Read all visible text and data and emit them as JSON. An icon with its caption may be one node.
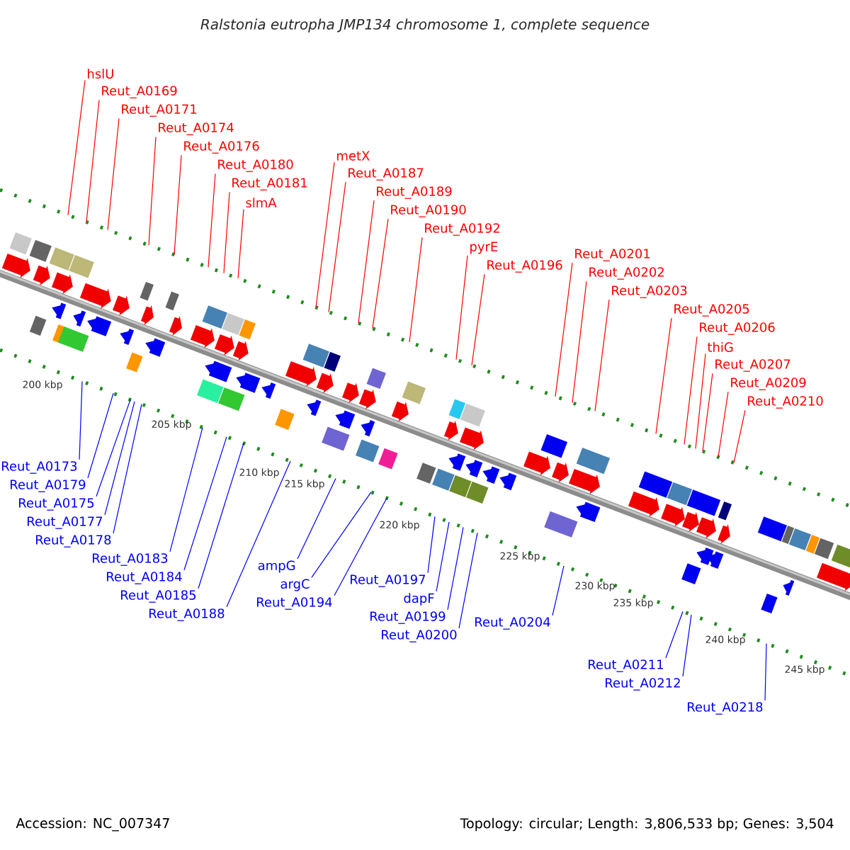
{
  "diagram": {
    "title": "Ralstonia eutropha JMP134 chromosome 1, complete sequence",
    "nodes": [
      {
        "text": [
          "hslU"
        ]
      },
      {
        "text": [
          "Reut_A0169"
        ]
      },
      {
        "text": [
          "Reut_A0171"
        ]
      },
      {
        "text": [
          "Reut_A0174"
        ]
      },
      {
        "text": [
          "Reut_A0176"
        ]
      },
      {
        "text": [
          "Reut_A0180"
        ]
      },
      {
        "text": [
          "Reut_A0181"
        ]
      },
      {
        "text": [
          "slmA"
        ]
      },
      {
        "text": [
          "metX"
        ]
      },
      {
        "text": [
          "Reut_A0187"
        ]
      },
      {
        "text": [
          "Reut_A0189"
        ]
      },
      {
        "text": [
          "Reut_A0190"
        ]
      },
      {
        "text": [
          "Reut_A0192"
        ]
      },
      {
        "text": [
          "pyrE"
        ]
      },
      {
        "text": [
          "Reut_A0196"
        ]
      },
      {
        "text": [
          "Reut_A0201"
        ]
      },
      {
        "text": [
          "Reut_A0202"
        ]
      },
      {
        "text": [
          "Reut_A0203"
        ]
      },
      {
        "text": [
          "Reut_A0205"
        ]
      },
      {
        "text": [
          "Reut_A0206"
        ]
      },
      {
        "text": [
          "thiG"
        ]
      },
      {
        "text": [
          "Reut_A0207"
        ]
      },
      {
        "text": [
          "Reut_A0209"
        ]
      },
      {
        "text": [
          "Reut_A0210"
        ]
      },
      {
        "text": [
          "Reut_A0173"
        ]
      },
      {
        "text": [
          "Reut_A0179"
        ]
      },
      {
        "text": [
          "Reut_A0175"
        ]
      },
      {
        "text": [
          "Reut_A0177"
        ]
      },
      {
        "text": [
          "Reut_A0178"
        ]
      },
      {
        "text": [
          "Reut_A0183"
        ]
      },
      {
        "text": [
          "Reut_A0184"
        ]
      },
      {
        "text": [
          "Reut_A0185"
        ]
      },
      {
        "text": [
          "Reut_A0188"
        ]
      },
      {
        "text": [
          "ampG"
        ]
      },
      {
        "text": [
          "argC"
        ]
      },
      {
        "text": [
          "Reut_A0194"
        ]
      },
      {
        "text": [
          "Reut_A0197"
        ]
      },
      {
        "text": [
          "dapF"
        ]
      },
      {
        "text": [
          "Reut_A0199"
        ]
      },
      {
        "text": [
          "Reut_A0200"
        ]
      },
      {
        "text": [
          "Reut_A0204"
        ]
      },
      {
        "text": [
          "Reut_A0211"
        ]
      },
      {
        "text": [
          "Reut_A0212"
        ]
      },
      {
        "text": [
          "Reut_A0218"
        ]
      }
    ],
    "edges": [
      {
        "from": 0,
        "to": null,
        "arrow": "none"
      },
      {
        "from": 1,
        "to": null,
        "arrow": "none"
      },
      {
        "from": 2,
        "to": null,
        "arrow": "none"
      },
      {
        "from": 3,
        "to": null,
        "arrow": "none"
      },
      {
        "from": 4,
        "to": null,
        "arrow": "none"
      },
      {
        "from": 5,
        "to": null,
        "arrow": "none"
      },
      {
        "from": 6,
        "to": null,
        "arrow": "none"
      },
      {
        "from": 7,
        "to": null,
        "arrow": "none"
      },
      {
        "from": 8,
        "to": null,
        "arrow": "none"
      },
      {
        "from": 9,
        "to": null,
        "arrow": "none"
      },
      {
        "from": 10,
        "to": null,
        "arrow": "none"
      },
      {
        "from": 11,
        "to": null,
        "arrow": "none"
      },
      {
        "from": 12,
        "to": null,
        "arrow": "none"
      },
      {
        "from": 13,
        "to": null,
        "arrow": "none"
      },
      {
        "from": 14,
        "to": null,
        "arrow": "none"
      },
      {
        "from": 15,
        "to": null,
        "arrow": "none"
      },
      {
        "from": 16,
        "to": null,
        "arrow": "none"
      },
      {
        "from": 17,
        "to": null,
        "arrow": "none"
      },
      {
        "from": 18,
        "to": null,
        "arrow": "none"
      },
      {
        "from": 19,
        "to": null,
        "arrow": "none"
      },
      {
        "from": 20,
        "to": null,
        "arrow": "none"
      },
      {
        "from": 21,
        "to": null,
        "arrow": "none"
      },
      {
        "from": 22,
        "to": null,
        "arrow": "none"
      },
      {
        "from": 23,
        "to": null,
        "arrow": "none"
      },
      {
        "from": 24,
        "to": null,
        "arrow": "none",
        "color": "#0000ff"
      },
      {
        "from": 25,
        "to": null,
        "arrow": "none",
        "color": "#0000ff"
      },
      {
        "from": 26,
        "to": null,
        "arrow": "none",
        "color": "#0000ff"
      },
      {
        "from": 27,
        "to": null,
        "arrow": "none",
        "color": "#0000ff"
      },
      {
        "from": 28,
        "to": null,
        "arrow": "none",
        "color": "#0000ff"
      },
      {
        "from": 29,
        "to": null,
        "arrow": "none",
        "color": "#0000ff"
      },
      {
        "from": 30,
        "to": null,
        "arrow": "none",
        "color": "#0000ff"
      },
      {
        "from": 31,
        "to": null,
        "arrow": "none",
        "color": "#0000ff"
      },
      {
        "from": 32,
        "to": null,
        "arrow": "none",
        "color": "#0000ff"
      },
      {
        "from": 33,
        "to": null,
        "arrow": "none",
        "color": "#0000ff"
      },
      {
        "from": 34,
        "to": null,
        "arrow": "none",
        "color": "#0000ff"
      },
      {
        "from": 35,
        "to": null,
        "arrow": "none",
        "color": "#0000ff"
      },
      {
        "from": 36,
        "to": null,
        "arrow": "none",
        "color": "#0000ff"
      },
      {
        "from": 37,
        "to": null,
        "arrow": "none",
        "color": "#0000ff"
      },
      {
        "from": 38,
        "to": null,
        "arrow": "none",
        "color": "#0000ff"
      },
      {
        "from": 39,
        "to": null,
        "arrow": "none",
        "color": "#0000ff"
      },
      {
        "from": 40,
        "to": null,
        "arrow": "none",
        "color": "#0000ff"
      },
      {
        "from": 41,
        "to": null,
        "arrow": "none",
        "color": "#0000ff"
      },
      {
        "from": 42,
        "to": null,
        "arrow": "none",
        "color": "#0000ff"
      },
      {
        "from": 43,
        "to": null,
        "arrow": "none",
        "color": "#0000ff"
      }
    ],
    "labels": [
      "200 kbp",
      "205 kbp",
      "210 kbp",
      "215 kbp",
      "220 kbp",
      "225 kbp",
      "230 kbp",
      "235 kbp",
      "240 kbp",
      "245 kbp",
      "Accession: NC_007347",
      "Topology: circular; Length: 3,806,533 bp; Genes: 3,504"
    ]
  }
}
